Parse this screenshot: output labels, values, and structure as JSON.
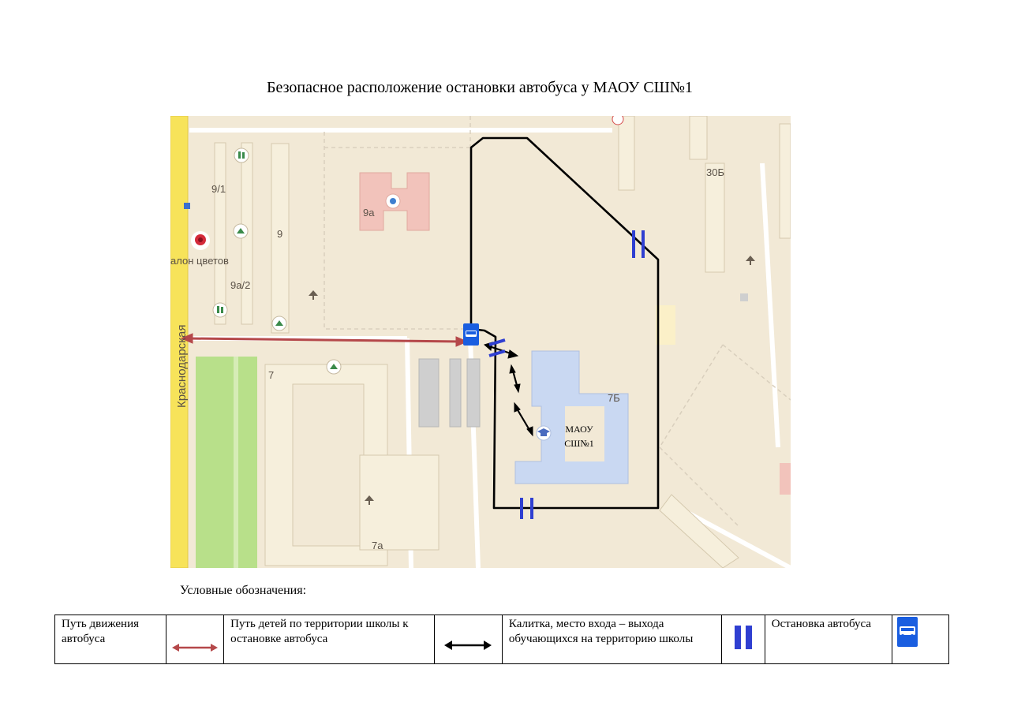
{
  "title": "Безопасное расположение остановки автобуса у МАОУ СШ№1",
  "map": {
    "street_name": "Краснодарская",
    "labels": {
      "b9_1": "9/1",
      "b9": "9",
      "b9a": "9а",
      "b9a_2": "9а/2",
      "b7": "7",
      "b7a": "7а",
      "b7b": "7Б",
      "b30b": "30Б",
      "flower_shop": "алон цветов"
    },
    "school_name_line1": "МАОУ",
    "school_name_line2": "СШ№1",
    "colors": {
      "bus_route": "#b5484a",
      "children_path": "#000000",
      "gate": "#2f3fd1",
      "bus_stop": "#1a5ee0",
      "boundary": "#000000",
      "road_main": "#f7e35a",
      "park": "#b8e08a",
      "school_building": "#c9d8f2",
      "kindergarten": "#f2c3bb"
    },
    "icons": [
      "bus-stop-icon",
      "school-icon",
      "kindergarten-icon",
      "flower-shop-icon",
      "shop-icon",
      "playground-icon",
      "store-icon"
    ]
  },
  "legend": {
    "title": "Условные обозначения:",
    "bus_route_label": "Путь движения автобуса",
    "children_path_label": "Путь детей по территории школы к остановке автобуса",
    "gate_label": "Калитка, место входа – выхода обучающихся на территорию школы",
    "bus_stop_label": "Остановка автобуса"
  }
}
